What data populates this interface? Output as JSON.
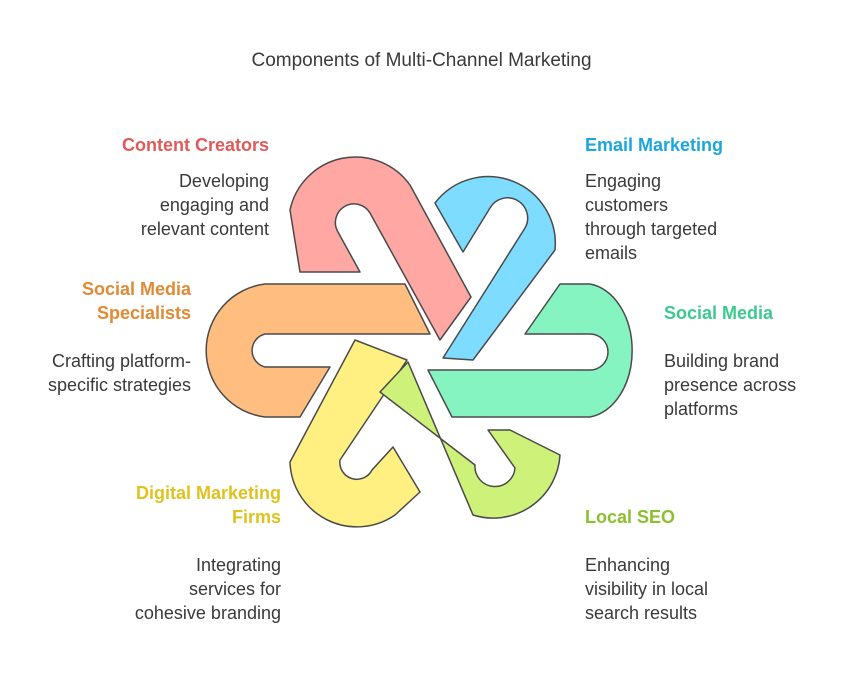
{
  "title": "Components of Multi-Channel Marketing",
  "components": [
    {
      "key": "content-creators",
      "heading": [
        "Content Creators"
      ],
      "description": [
        "Developing",
        "engaging and",
        "relevant content"
      ],
      "color": "#E05A5A",
      "fill": "#FFA7A2"
    },
    {
      "key": "email-marketing",
      "heading": [
        "Email Marketing"
      ],
      "description": [
        "Engaging",
        "customers",
        "through targeted",
        "emails"
      ],
      "color": "#1BA7DB",
      "fill": "#7DDCFF"
    },
    {
      "key": "social-media",
      "heading": [
        "Social Media"
      ],
      "description": [
        "Building brand",
        "presence across",
        "platforms"
      ],
      "color": "#3CC98F",
      "fill": "#86F4C1"
    },
    {
      "key": "local-seo",
      "heading": [
        "Local SEO"
      ],
      "description": [
        "Enhancing",
        "visibility in local",
        "search results"
      ],
      "color": "#8CBF2F",
      "fill": "#CEF17A"
    },
    {
      "key": "digital-marketing-firms",
      "heading": [
        "Digital Marketing",
        "Firms"
      ],
      "description": [
        "Integrating",
        "services for",
        "cohesive branding"
      ],
      "color": "#E0C21F",
      "fill": "#FFF081"
    },
    {
      "key": "social-media-specialists",
      "heading": [
        "Social Media",
        "Specialists"
      ],
      "description": [
        "Crafting platform-",
        "specific strategies"
      ],
      "color": "#E08A34",
      "fill": "#FFBE80"
    }
  ]
}
